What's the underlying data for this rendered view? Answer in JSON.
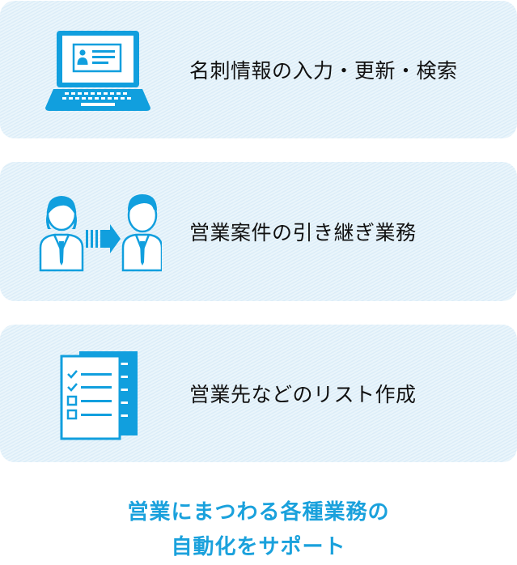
{
  "features": [
    {
      "label": "名刺情報の入力・更新・検索",
      "icon": "laptop-business-card-icon"
    },
    {
      "label": "営業案件の引き継ぎ業務",
      "icon": "handover-people-icon"
    },
    {
      "label": "営業先などのリスト作成",
      "icon": "checklist-document-icon"
    }
  ],
  "tagline": {
    "line1": "営業にまつわる各種業務の",
    "line2": "自動化をサポート"
  },
  "colors": {
    "accent": "#1aa1dc",
    "icon": "#119fde",
    "card_background": "#eaf5fb",
    "text": "#111111"
  }
}
